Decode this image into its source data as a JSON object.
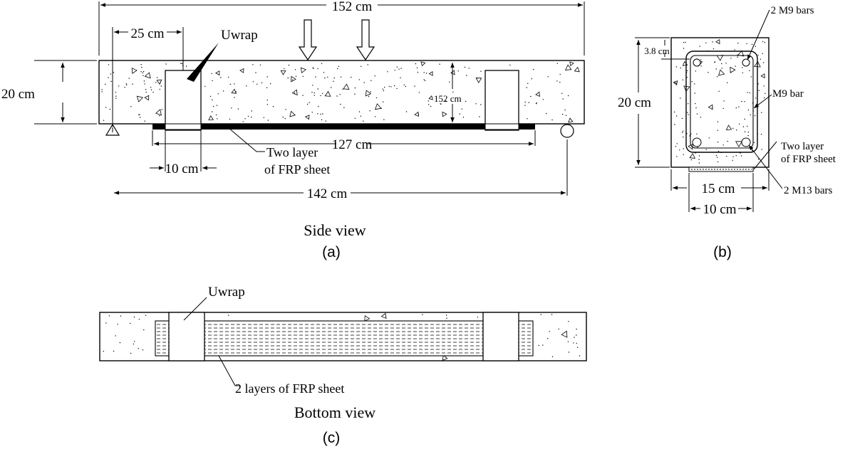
{
  "side_view": {
    "dim_span_total": "152 cm",
    "dim_shear_span": "25 cm",
    "label_uwrap": "Uwrap",
    "dim_depth": "20 cm",
    "dim_mid_depth": "152 cm",
    "dim_frp_length": "127 cm",
    "dim_uwrap_width": "10 cm",
    "label_frp_line1": "Two layer",
    "label_frp_line2": "of FRP sheet",
    "dim_support_span": "142 cm",
    "caption": "Side view",
    "panel_label": "(a)"
  },
  "cross_section": {
    "label_top_bars": "2 M9 bars",
    "dim_cover": "3.8 cm",
    "dim_depth": "20 cm",
    "label_stirrup": "M9 bar",
    "label_frp_line1": "Two layer",
    "label_frp_line2": "of FRP sheet",
    "label_bottom_bars": "2 M13 bars",
    "dim_width": "15 cm",
    "dim_frp_width": "10 cm",
    "panel_label": "(b)"
  },
  "bottom_view": {
    "label_uwrap": "Uwrap",
    "label_frp": "2 layers of FRP sheet",
    "caption": "Bottom view",
    "panel_label": "(c)"
  }
}
